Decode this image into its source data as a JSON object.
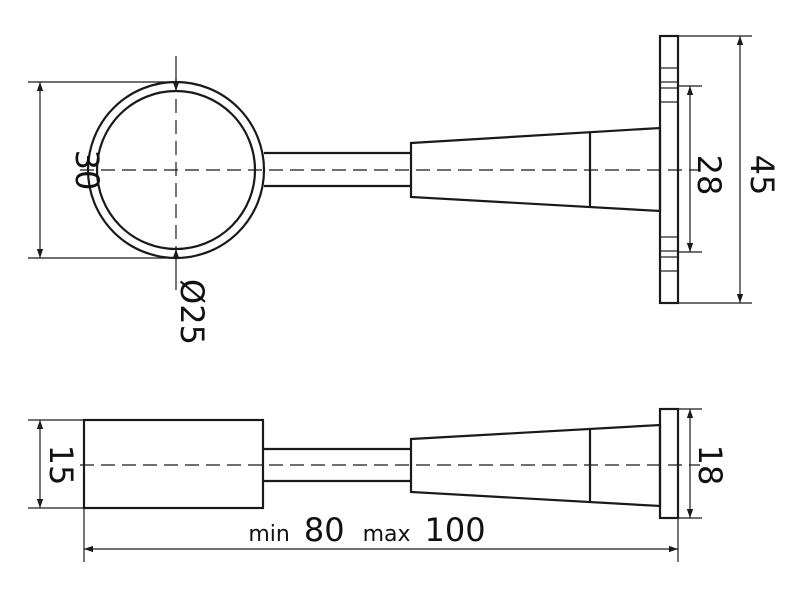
{
  "drawing": {
    "top_view": {
      "ring_height": "30",
      "ring_diameter": "Ø25",
      "plate_inner": "28",
      "plate_outer": "45"
    },
    "side_view": {
      "ring_height": "15",
      "plate_height": "18",
      "length_min_label": "min",
      "length_min": "80",
      "length_max_label": "max",
      "length_max": "100"
    }
  }
}
